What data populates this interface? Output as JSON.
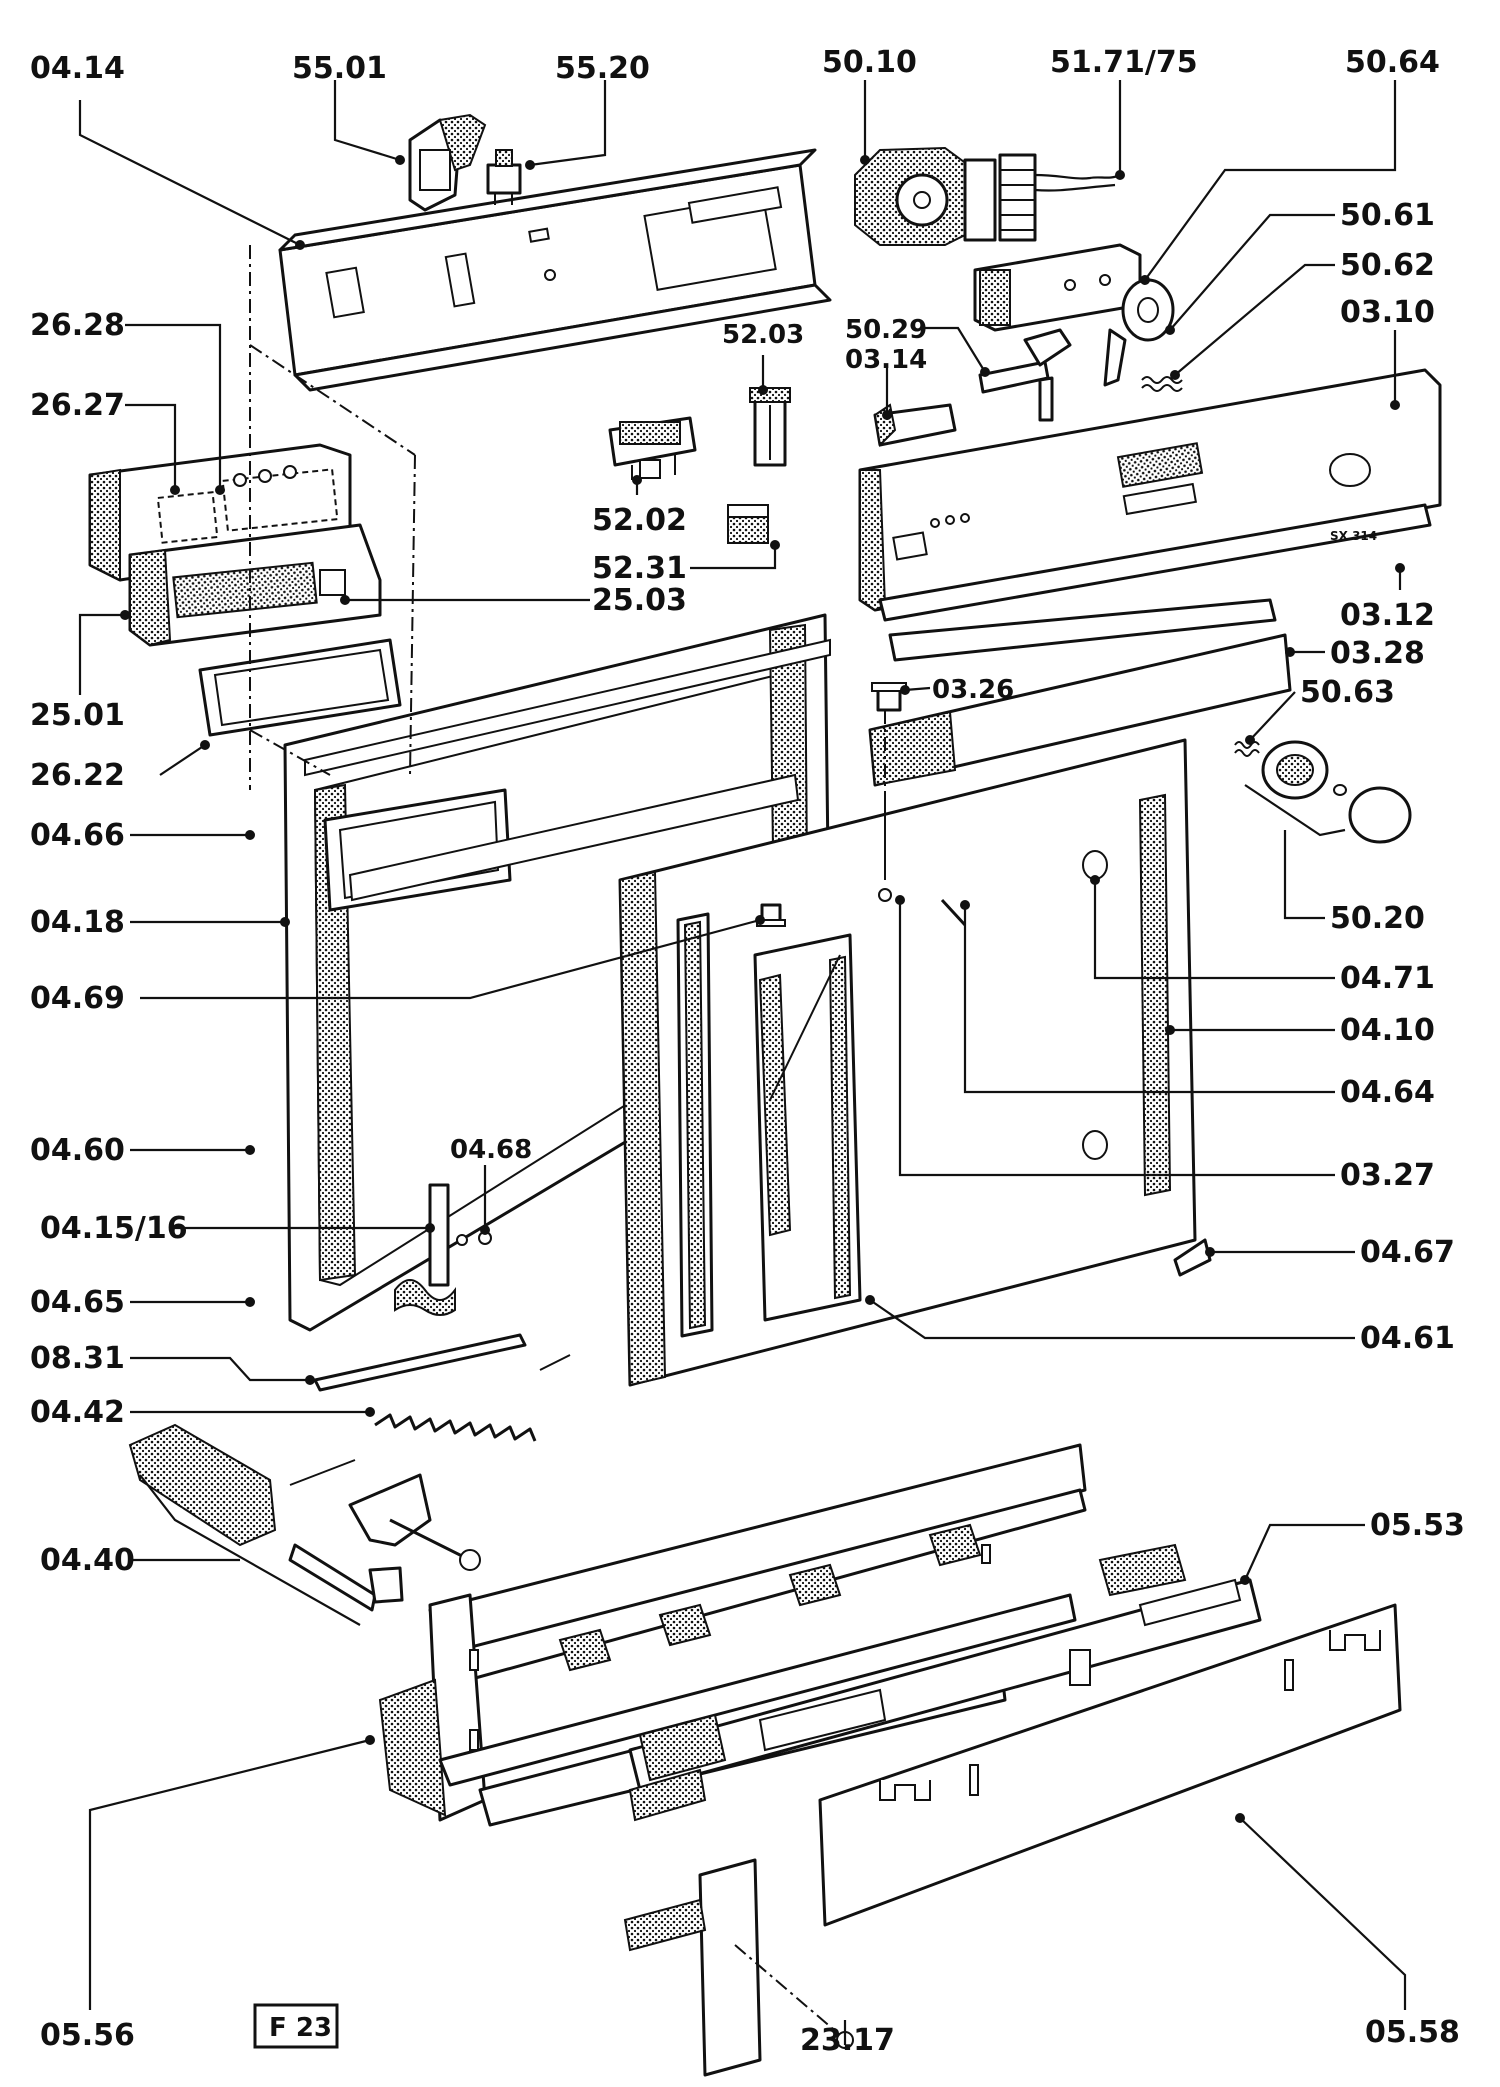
{
  "diagram": {
    "figure_code": "F 23",
    "part_labels": [
      "04.14",
      "55.01",
      "55.20",
      "50.10",
      "51.71/75",
      "50.64",
      "50.61",
      "50.62",
      "03.10",
      "26.28",
      "26.27",
      "52.03",
      "50.29",
      "03.14",
      "52.02",
      "52.31",
      "25.03",
      "25.01",
      "26.22",
      "03.12",
      "03.28",
      "03.26",
      "50.63",
      "04.66",
      "04.18",
      "04.69",
      "50.20",
      "04.71",
      "04.10",
      "04.64",
      "04.60",
      "04.68",
      "04.15/16",
      "03.27",
      "04.67",
      "04.65",
      "04.61",
      "08.31",
      "04.42",
      "04.40",
      "05.53",
      "05.56",
      "23.17",
      "05.58"
    ]
  }
}
